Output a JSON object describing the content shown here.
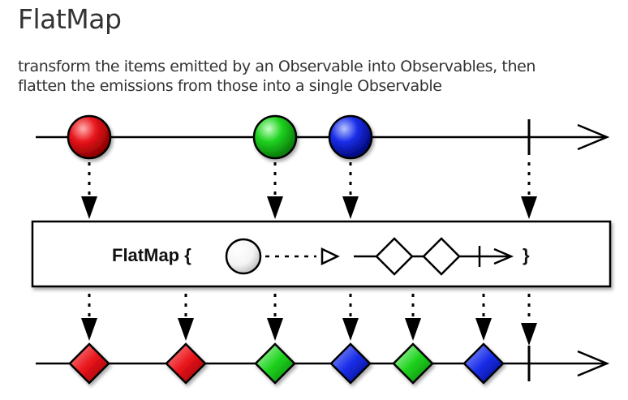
{
  "title": "FlatMap",
  "description": {
    "line1": "transform the items emitted by an Observable into Observables, then",
    "line2": "flatten the emissions from those into a single Observable"
  },
  "operator": {
    "label": "FlatMap {",
    "closing": "}"
  },
  "colors": {
    "red": "#e8141b",
    "green": "#1fd21f",
    "blue": "#1a2ee8",
    "line": "#000000",
    "box_border": "#000000",
    "box_fill": "#ffffff"
  },
  "input_marbles": [
    "red",
    "green",
    "blue"
  ],
  "output_marbles": [
    "red",
    "red",
    "green",
    "blue",
    "green",
    "blue"
  ],
  "input_completed": true,
  "output_completed": true
}
